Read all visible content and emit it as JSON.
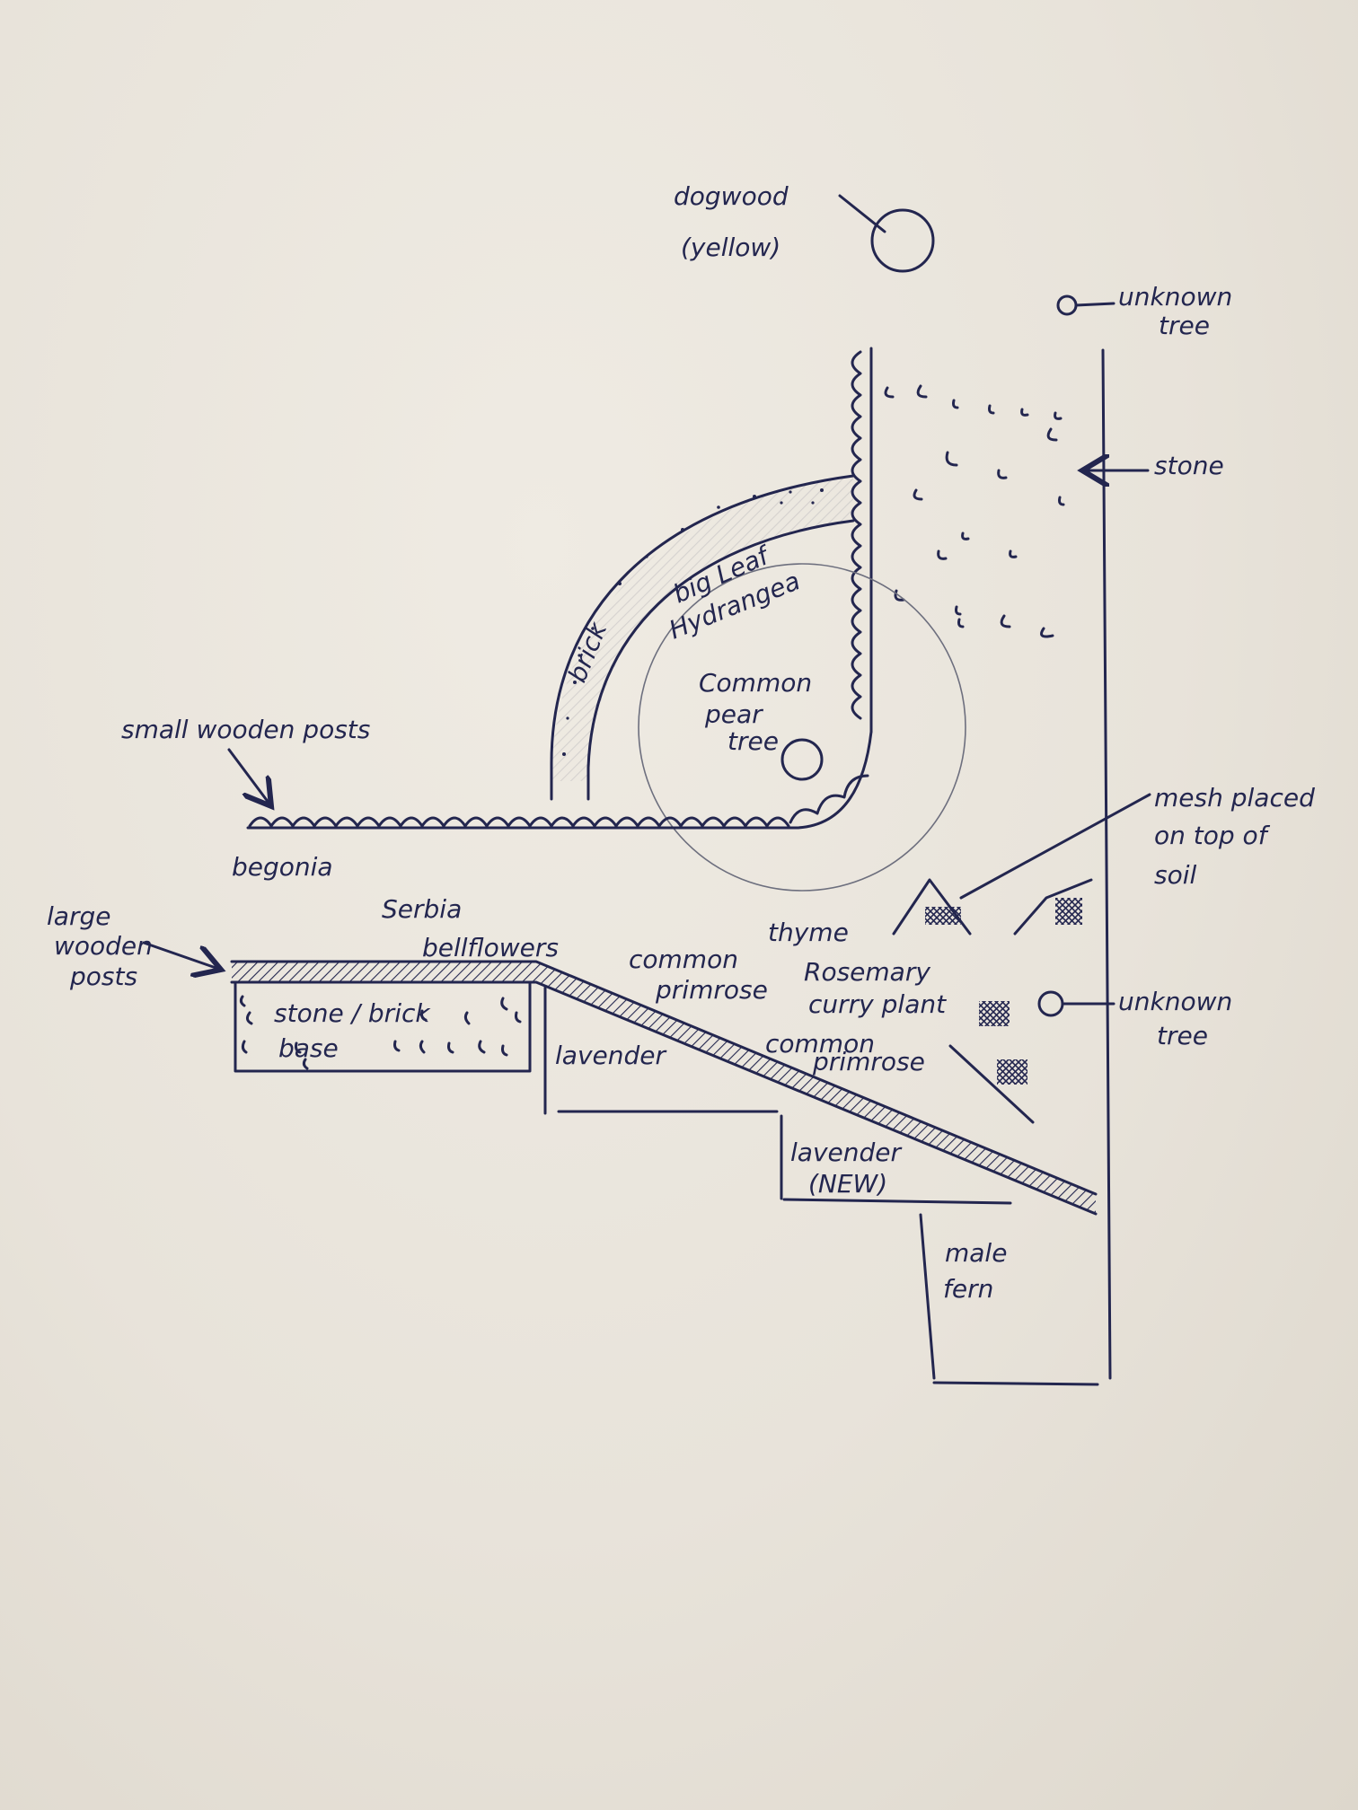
{
  "labels": {
    "dogwood": "dogwood",
    "dogwood_color": "(yellow)",
    "unknown_tree_top_1": "unknown",
    "unknown_tree_top_2": "tree",
    "stone": "stone",
    "brick": "brick",
    "hydrangea_1": "big Leaf",
    "hydrangea_2": "Hydrangea",
    "pear_1": "Common",
    "pear_2": "pear",
    "pear_3": "tree",
    "small_posts": "small wooden posts",
    "mesh_1": "mesh placed",
    "mesh_2": "on top of",
    "mesh_3": "soil",
    "begonia": "begonia",
    "serbia": "Serbia",
    "bellflowers": "bellflowers",
    "large_posts_1": "large",
    "large_posts_2": "wooden",
    "large_posts_3": "posts",
    "thyme": "thyme",
    "primrose_1a": "common",
    "primrose_1b": "primrose",
    "rosemary": "Rosemary",
    "curry": "curry plant",
    "unknown_tree_mid_1": "unknown",
    "unknown_tree_mid_2": "tree",
    "stone_brick_1": "stone / brick",
    "stone_brick_2": "base",
    "lavender": "lavender",
    "primrose_2a": "common",
    "primrose_2b": "primrose",
    "lavender_new_1": "lavender",
    "lavender_new_2": "(NEW)",
    "fern_1": "male",
    "fern_2": "fern"
  },
  "colors": {
    "ink": "#23264f",
    "paper": "#ebe6dd"
  }
}
